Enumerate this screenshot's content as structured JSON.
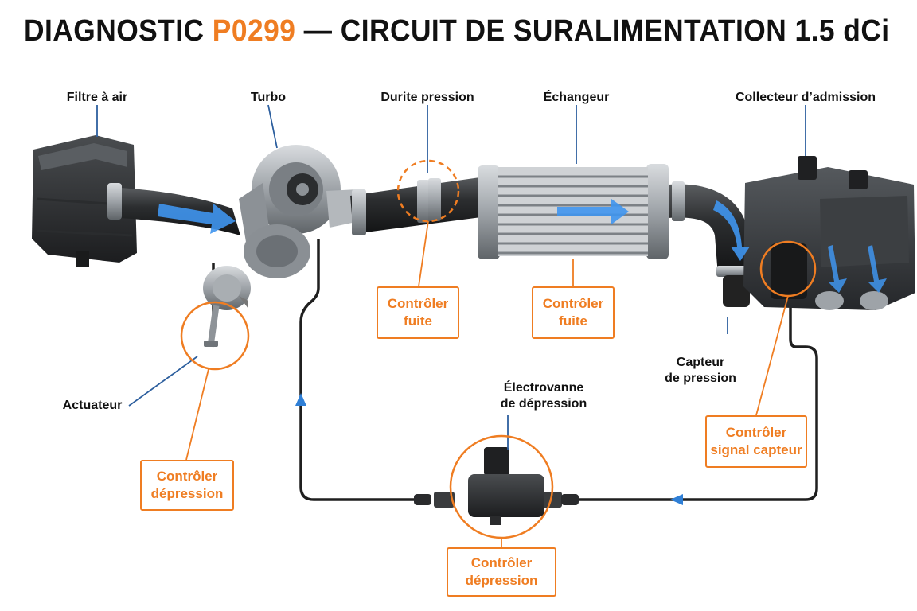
{
  "title": {
    "prefix": "DIAGNOSTIC",
    "code": "P0299",
    "suffix": "— CIRCUIT DE SURALIMENTATION 1.5 dCi"
  },
  "colors": {
    "accent": "#ef7d22",
    "text": "#111111",
    "flow_arrow": "#2f7fd6",
    "hose": "#1f1f1f"
  },
  "components": {
    "air_filter": "Filtre à air",
    "turbo": "Turbo",
    "pressure_hose": "Durite pression",
    "intercooler": "Échangeur",
    "intake_manifold": "Collecteur d’admission",
    "actuator": "Actuateur",
    "pressure_sensor_line1": "Capteur",
    "pressure_sensor_line2": "de pression",
    "solenoid_line1": "Électrovanne",
    "solenoid_line2": "de dépression"
  },
  "checks": {
    "leak_hose": {
      "line1": "Contrôler",
      "line2": "fuite"
    },
    "leak_intercooler": {
      "line1": "Contrôler",
      "line2": "fuite"
    },
    "vacuum_actuator": {
      "line1": "Contrôler",
      "line2": "dépression"
    },
    "vacuum_solenoid": {
      "line1": "Contrôler",
      "line2": "dépression"
    },
    "sensor_signal": {
      "line1": "Contrôler",
      "line2": "signal capteur"
    }
  }
}
